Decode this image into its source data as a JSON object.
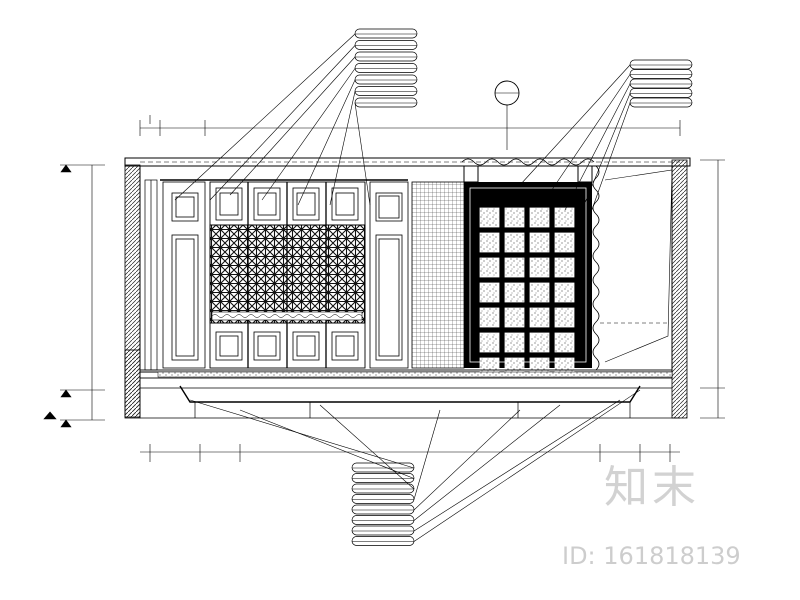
{
  "drawing": {
    "type": "interior wall elevation",
    "section_symbol": "",
    "callouts_top_left": [
      "",
      "",
      "",
      "",
      "",
      "",
      ""
    ],
    "callouts_top_right": [
      "",
      "",
      "",
      "",
      ""
    ],
    "callouts_bottom": [
      "",
      "",
      "",
      "",
      "",
      "",
      "",
      ""
    ]
  },
  "watermark": {
    "logo_text": "知末",
    "id_text": "ID: 161818139"
  }
}
